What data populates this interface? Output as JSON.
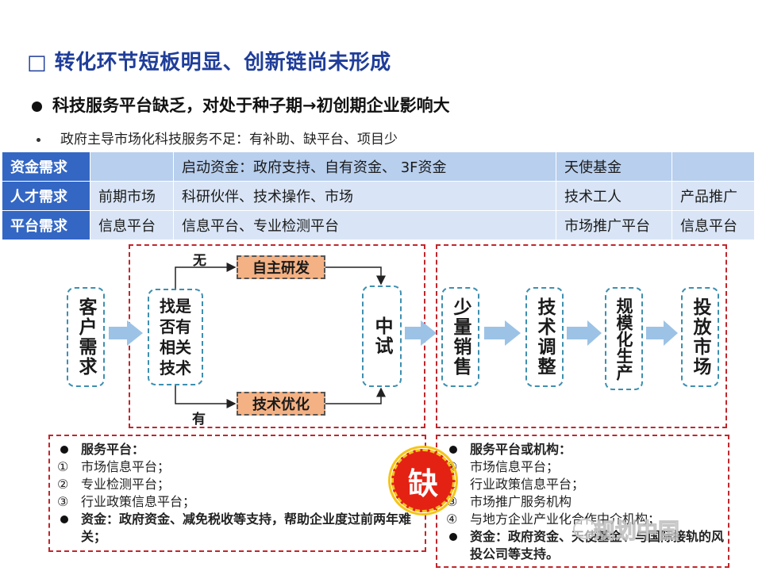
{
  "title": "□ 转化环节短板明显、创新链尚未形成",
  "bullet1": "科技服务平台缺乏，对处于种子期→初创期企业影响大",
  "bullet2": "政府主导市场化科技服务不足：有补助、缺平台、项目少",
  "table": {
    "rows": [
      [
        "资金需求",
        "",
        "启动资金：政府支持、自有资金、  3F资金",
        "天使基金",
        ""
      ],
      [
        "人才需求",
        "前期市场",
        "科研伙伴、技术操作、市场",
        "技术工人",
        "产品推广"
      ],
      [
        "平台需求",
        "信息平台",
        "信息平台、专业检测平台",
        "市场推广平台",
        "信息平台"
      ]
    ]
  },
  "flow": {
    "customer": "客户需求",
    "search": "找是否有相关技术",
    "label_no": "无",
    "label_yes": "有",
    "self_rd": "自主研发",
    "tech_opt": "技术优化",
    "trial": "中试",
    "small_sales": "少量销售",
    "tech_adjust": "技术调整",
    "mass_prod": "规模化生产",
    "market": "投放市场"
  },
  "badge": "缺",
  "left_list": {
    "heading": "服务平台：",
    "items": [
      "市场信息平台；",
      "专业检测平台；",
      "行业政策信息平台；"
    ],
    "nums": [
      "①",
      "②",
      "③"
    ],
    "funding": "资金：政府资金、减免税收等支持，帮助企业度过前两年难关；"
  },
  "right_list": {
    "heading": "服务平台或机构：",
    "items": [
      "市场信息平台；",
      "行业政策信息平台；",
      "市场推广服务机构",
      "与地方企业产业化合作中介机构；"
    ],
    "nums": [
      "①",
      "②",
      "③",
      "④"
    ],
    "funding": "资金：政府资金、天使基金、与国际接轨的风投公司等支持。"
  },
  "watermark": "规划中国",
  "colors": {
    "title": "#1f3d99",
    "table_head": "#3467c4",
    "table_row0": "#b8cfee",
    "table_row": "#d9e5f6",
    "dashed_red": "#c0272d",
    "node_border": "#3d8fb0",
    "arrow": "#9cc3e6",
    "orange_box": "#f4b183",
    "badge": "#e32214"
  }
}
